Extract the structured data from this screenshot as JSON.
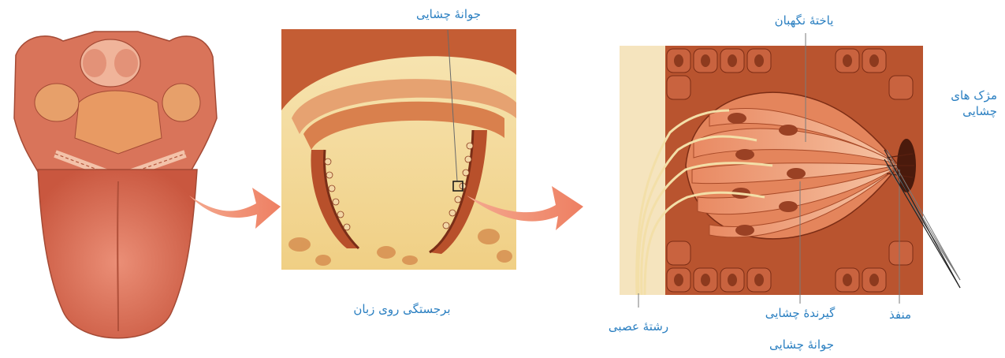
{
  "labels": {
    "taste_bud_top": "جوانۀ چشایی",
    "papilla_caption": "برجستگی روی زبان",
    "guard_cell": "یاختۀ نگهبان",
    "taste_hairs": "مژک های چشایی",
    "pore": "منفذ",
    "taste_receptor": "گیرندۀ چشایی",
    "nerve_fiber": "رشتۀ عصبی",
    "taste_bud_bottom": "جوانۀ چشایی"
  },
  "colors": {
    "label": "#2a7fc1",
    "arrow": "#ee8a6e",
    "tongue": "#e8826a",
    "papilla_fill": "#f6d98e",
    "tissue": "#c9633f",
    "cell_pale": "#f2b592"
  },
  "icons": [
    "tongue-illustration",
    "papilla-section-illustration",
    "taste-bud-illustration",
    "arrow-right-icon"
  ]
}
